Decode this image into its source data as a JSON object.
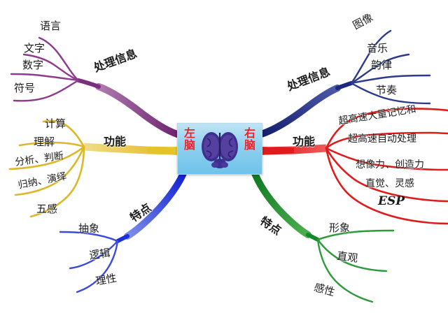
{
  "title": "左脑 右脑 思维导图",
  "center": {
    "box_label_left": "左脑",
    "box_label_right": "右脑",
    "brain_icon": "brain-icon",
    "box_bg_color": "#8fd0ef",
    "label_color": "#e8222a"
  },
  "branches": [
    {
      "id": "left-process",
      "label": "处理信息",
      "color": "#8e3a8e",
      "side": "left",
      "children": [
        {
          "label": "语言"
        },
        {
          "label": "文字"
        },
        {
          "label": "数字"
        },
        {
          "label": "符号"
        }
      ]
    },
    {
      "id": "left-function",
      "label": "功能",
      "color": "#e8c229",
      "side": "left",
      "children": [
        {
          "label": "计算"
        },
        {
          "label": "理解"
        },
        {
          "label": "分析、判断"
        },
        {
          "label": "归纳、演绎"
        },
        {
          "label": "五感"
        }
      ]
    },
    {
      "id": "left-traits",
      "label": "特点",
      "color": "#1c2ddc",
      "side": "left",
      "children": [
        {
          "label": "抽象"
        },
        {
          "label": "逻辑"
        },
        {
          "label": "理性"
        }
      ]
    },
    {
      "id": "right-process",
      "label": "处理信息",
      "color": "#1b2a7a",
      "side": "right",
      "children": [
        {
          "label": "图像"
        },
        {
          "label": "音乐"
        },
        {
          "label": "韵律"
        },
        {
          "label": "节奏"
        }
      ]
    },
    {
      "id": "right-function",
      "label": "功能",
      "color": "#e01b1b",
      "side": "right",
      "children": [
        {
          "label": "超高速大量记忆和"
        },
        {
          "label": "超高速自动处理"
        },
        {
          "label": "想像力、创造力"
        },
        {
          "label": "直觉、灵感"
        },
        {
          "label": "ESP"
        }
      ]
    },
    {
      "id": "right-traits",
      "label": "特点",
      "color": "#128a28",
      "side": "right",
      "children": [
        {
          "label": "形象"
        },
        {
          "label": "直观"
        },
        {
          "label": "感性"
        }
      ]
    }
  ]
}
